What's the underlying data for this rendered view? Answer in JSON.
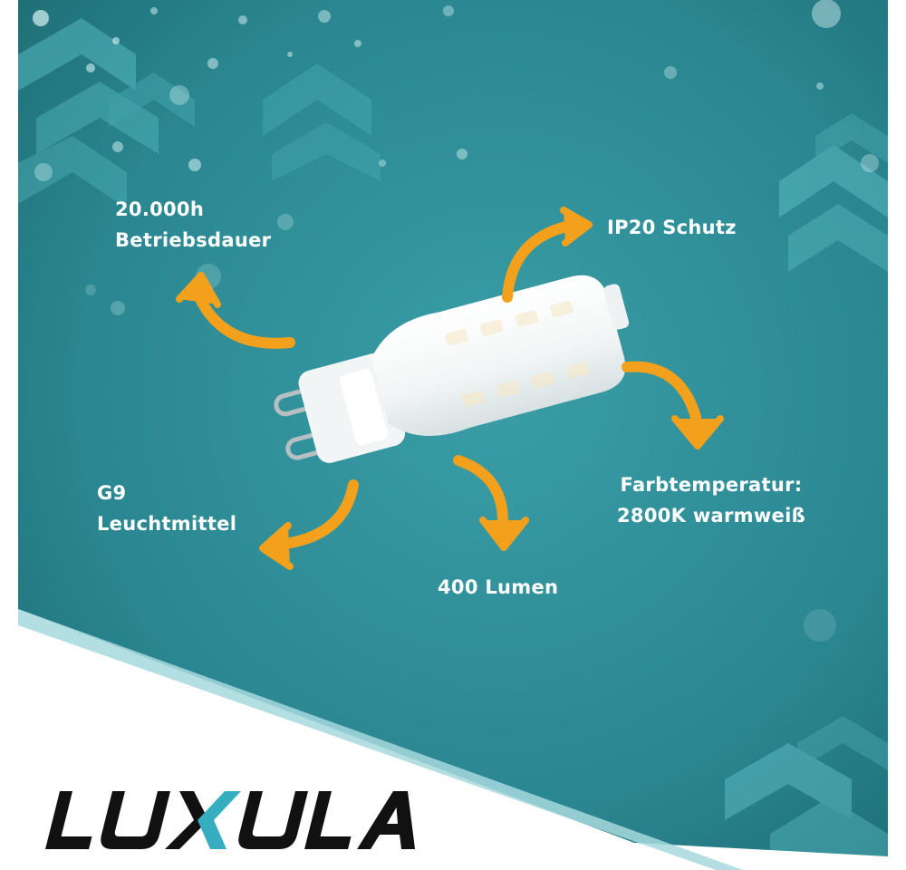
{
  "features": {
    "lifetime": {
      "line1": "20.000h",
      "line2": "Betriebsdauer"
    },
    "protection": {
      "line1": "IP20 Schutz"
    },
    "socket": {
      "line1": "G9",
      "line2": "Leuchtmittel"
    },
    "color_temperature": {
      "line1": "Farbtemperatur:",
      "line2": "2800K warmweiß"
    },
    "luminous_flux": {
      "line1": "400 Lumen"
    }
  },
  "brand": {
    "logo_text": "LUXULA",
    "colors": {
      "text": "#111111",
      "accent": "#37aec0"
    }
  },
  "colors": {
    "background_teal": "#2f8f99",
    "background_teal_dark": "#1c6870",
    "arrow_orange": "#f3a11c",
    "footer_white": "#ffffff",
    "footer_band": "#a6d8dd"
  },
  "icons": [
    "led-bulb-icon",
    "curved-arrow-icon"
  ]
}
